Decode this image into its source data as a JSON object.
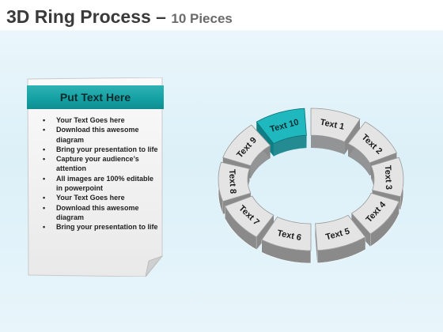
{
  "header": {
    "title_main": "3D Ring Process – ",
    "title_sub": "10 Pieces"
  },
  "panel": {
    "heading": "Put Text Here",
    "bullets": [
      "Your Text Goes here",
      "Download this awesome diagram",
      "Bring your presentation to life",
      "Capture your audience’s attention",
      "All images are 100% editable in powerpoint",
      "Your Text Goes here",
      "Download this awesome diagram",
      "Bring your presentation to life"
    ]
  },
  "ring": {
    "segments": [
      {
        "label": "Text 1",
        "active": false
      },
      {
        "label": "Text 2",
        "active": false
      },
      {
        "label": "Text 3",
        "active": false
      },
      {
        "label": "Text 4",
        "active": false
      },
      {
        "label": "Text 5",
        "active": false
      },
      {
        "label": "Text 6",
        "active": false
      },
      {
        "label": "Text 7",
        "active": false
      },
      {
        "label": "Text 8",
        "active": false
      },
      {
        "label": "Text 9",
        "active": false
      },
      {
        "label": "Text 10",
        "active": true
      }
    ],
    "colors": {
      "gray_top": "#e4e4e4",
      "gray_side": "#8a8a8a",
      "teal_top": "#1fb8bf",
      "teal_side": "#0f7f86"
    }
  }
}
